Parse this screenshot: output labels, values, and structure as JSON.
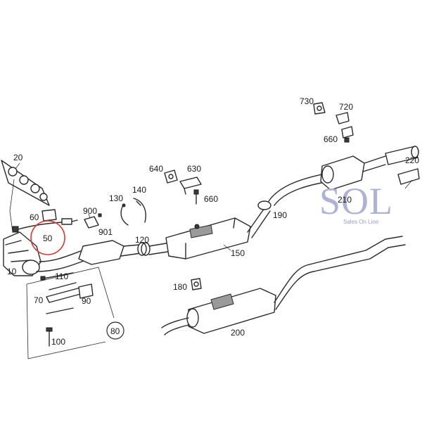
{
  "labels": {
    "p10": "10",
    "p20": "20",
    "p50": "50",
    "p60": "60",
    "p70": "70",
    "p80": "80",
    "p90": "90",
    "p100": "100",
    "p110": "110",
    "p120": "120",
    "p130": "130",
    "p140": "140",
    "p150": "150",
    "p180": "180",
    "p190": "190",
    "p200": "200",
    "p210": "210",
    "p220": "220",
    "p630": "630",
    "p640": "640",
    "p660a": "660",
    "p660b": "660",
    "p720": "720",
    "p730": "730",
    "p900": "900",
    "p901": "901"
  },
  "logo": {
    "main": "SOL",
    "tagline": "Sales On Line"
  },
  "colors": {
    "highlight_circle": "#e0352b",
    "logo": "#aeb2d6",
    "line": "#2a2a2a"
  }
}
